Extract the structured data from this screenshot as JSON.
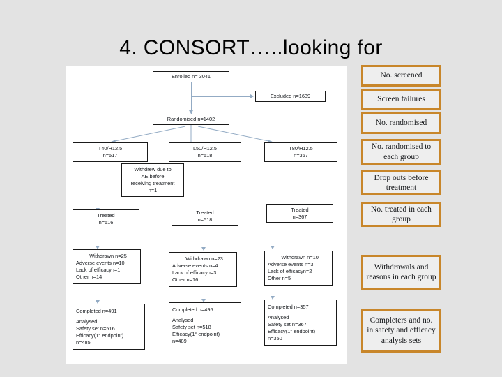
{
  "slide": {
    "title": "4.  CONSORT…..looking for"
  },
  "colors": {
    "slide_background": "#e3e3e3",
    "panel_background": "#ffffff",
    "annotation_border": "#c8862a",
    "annotation_fill": "#eeeeee",
    "connector": "#93abc4",
    "node_border": "#1a1a1a",
    "text": "#15181c"
  },
  "flowchart": {
    "enrolled": {
      "line1": "Enrolled n= 3041"
    },
    "excluded": {
      "line1": "Excluded n=1639"
    },
    "randomised": {
      "line1": "Randomised n=1402"
    },
    "arms": [
      {
        "line1": "T40/H12.5",
        "line2": "n=517"
      },
      {
        "line1": "L50/H12.5",
        "line2": "n=518"
      },
      {
        "line1": "T80/H12.5",
        "line2": "n=367"
      }
    ],
    "withdrew_before_treatment": {
      "line1": "Withdrew due to",
      "line2": "AE before",
      "line3": "receiving treatment",
      "line4": "n=1"
    },
    "treated": [
      {
        "line1": "Treated",
        "line2": "n=516"
      },
      {
        "line1": "Treated",
        "line2": "n=518"
      },
      {
        "line1": "Treated",
        "line2": "n=367"
      }
    ],
    "withdrawals": [
      {
        "line1": "Withdrawn n=25",
        "line2": "Adverse events n=10",
        "line3": "Lack of efficacyn=1",
        "line4": "Other n=14"
      },
      {
        "line1": "Withdrawn n=23",
        "line2": "Adverse events n=4",
        "line3": "Lack of efficacyn=3",
        "line4": "Other n=16"
      },
      {
        "line1": "Withdrawn n=10",
        "line2": "Adverse events n=3",
        "line3": "Lack of efficacyn=2",
        "line4": "Other n=5"
      }
    ],
    "completed": [
      {
        "line1": "Completed n=491",
        "line2": "Analysed",
        "line3": "Safety set n=516",
        "line4": "Efficacy(1° endpoint)",
        "line5": "n=485"
      },
      {
        "line1": "Completed n=495",
        "line2": "Analysed",
        "line3": "Safety set n=518",
        "line4": "Efficacy(1° endpoint)",
        "line5": "n=489"
      },
      {
        "line1": "Completed n=357",
        "line2": "Analysed",
        "line3": "Safety set n=367",
        "line4": "Efficacy(1° endpoint)",
        "line5": "n=350"
      }
    ]
  },
  "annotations": [
    {
      "text": "No. screened"
    },
    {
      "text": "Screen failures"
    },
    {
      "text": "No. randomised"
    },
    {
      "text": "No. randomised to each group"
    },
    {
      "text": "Drop outs before treatment"
    },
    {
      "text": "No. treated in each group"
    },
    {
      "text": "Withdrawals and reasons in each group"
    },
    {
      "text": "Completers and no. in safety and efficacy analysis sets"
    }
  ]
}
